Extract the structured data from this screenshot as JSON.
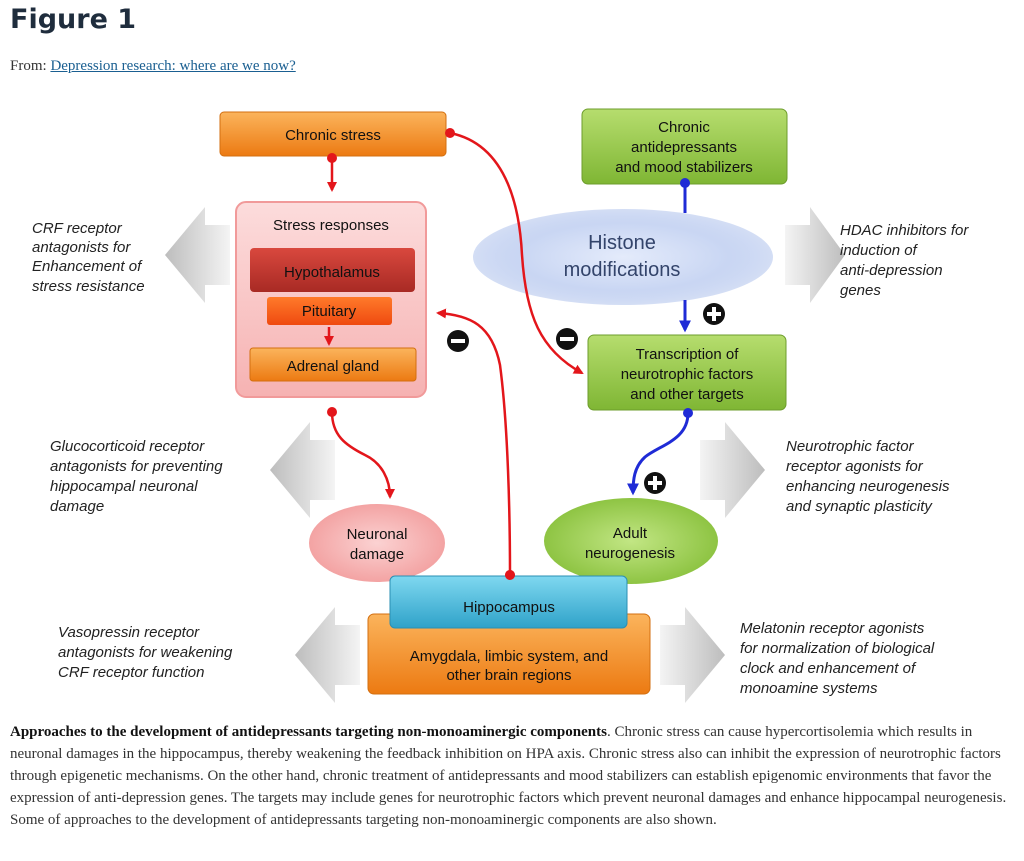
{
  "heading": "Figure 1",
  "from_label": "From:",
  "from_link": "Depression research: where are we now?",
  "diagram": {
    "chronic_stress": "Chronic stress",
    "antidep": [
      "Chronic",
      "antidepressants",
      "and mood stabilizers"
    ],
    "stress_responses": "Stress responses",
    "hypothalamus": "Hypothalamus",
    "pituitary": "Pituitary",
    "adrenal": "Adrenal gland",
    "histone": [
      "Histone",
      "modifications"
    ],
    "transcription": [
      "Transcription of",
      "neurotrophic factors",
      "and other targets"
    ],
    "neuronal_damage": [
      "Neuronal",
      "damage"
    ],
    "adult_neurogenesis": [
      "Adult",
      "neurogenesis"
    ],
    "hippocampus": "Hippocampus",
    "amygdala": [
      "Amygdala, limbic system, and",
      "other brain regions"
    ],
    "crf": [
      "CRF receptor",
      "antagonists for",
      "Enhancement of",
      "stress resistance"
    ],
    "hdac": [
      "HDAC inhibitors for",
      "induction of",
      "anti-depression",
      "genes"
    ],
    "glucocorticoid": [
      "Glucocorticoid receptor",
      "antagonists for preventing",
      "hippocampal neuronal",
      "damage"
    ],
    "neurotrophic_agonists": [
      "Neurotrophic factor",
      "receptor agonists for",
      "enhancing neurogenesis",
      "and synaptic plasticity"
    ],
    "vasopressin": [
      "Vasopressin receptor",
      "antagonists for  weakening",
      "CRF receptor function"
    ],
    "melatonin": [
      "Melatonin receptor agonists",
      "for normalization of biological",
      "clock and enhancement of",
      "monoamine systems"
    ]
  },
  "caption": {
    "bold": "Approaches to the development of antidepressants targeting non-monoaminergic components",
    "text": ". Chronic stress can cause hypercortisolemia which results in neuronal damages in the hippocampus, thereby weakening the feedback inhibition on HPA axis. Chronic stress also can inhibit the expression of neurotrophic factors through epigenetic mechanisms. On the other hand, chronic treatment of antidepressants and mood stabilizers can establish epigenomic environments that favor the expression of anti-depression genes. The targets may include genes for neurotrophic factors which prevent neuronal damages and enhance hippocampal neurogenesis. Some of approaches to the development of antidepressants targeting non-monoaminergic components are also shown."
  }
}
